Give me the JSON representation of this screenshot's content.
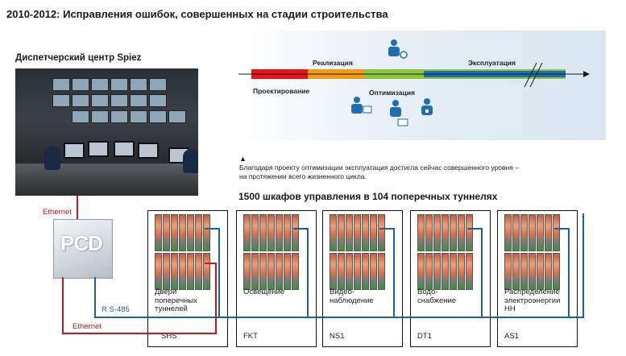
{
  "title": "2010-2012: Исправления ошибок, совершенных на стадии строительства",
  "control_center_label": "Диспетчерский центр Spiez",
  "timeline": {
    "phases": [
      {
        "label": "Проектирование",
        "color": "#e8141c"
      },
      {
        "label": "Реализация",
        "color": "#f39a1e"
      },
      {
        "label": "Оптимизация",
        "color": "#8cc63f"
      },
      {
        "label": "Эксплуатация",
        "color": "#1f6fb0"
      }
    ]
  },
  "caption": {
    "marker": "▲",
    "line1": "Благодаря проекту оптимизации эксплуатация достигла сейчас совершенного уровня –",
    "line2": "на протяжении всего жизненного цикла."
  },
  "cabinets_heading": "1500 шкафов управления в 104 поперечных туннелях",
  "controller_label": "PCD",
  "links": {
    "ethernet_top": "Ethernet",
    "ethernet_bottom": "Ethernet",
    "rs485": "R S-485"
  },
  "colors": {
    "ethernet": "#d0141c",
    "rs485": "#1f5fa8"
  },
  "cabinets": [
    {
      "lines": [
        "Двери",
        "поперечных",
        "туннелей"
      ],
      "code": "SHS"
    },
    {
      "lines": [
        "Освещение"
      ],
      "code": "FKT"
    },
    {
      "lines": [
        "Видео-",
        "наблюдение"
      ],
      "code": "NS1"
    },
    {
      "lines": [
        "Водо-",
        "снабжение"
      ],
      "code": "DT1"
    },
    {
      "lines": [
        "Распределение",
        "электроэнергии",
        "НН"
      ],
      "code": "AS1"
    }
  ]
}
